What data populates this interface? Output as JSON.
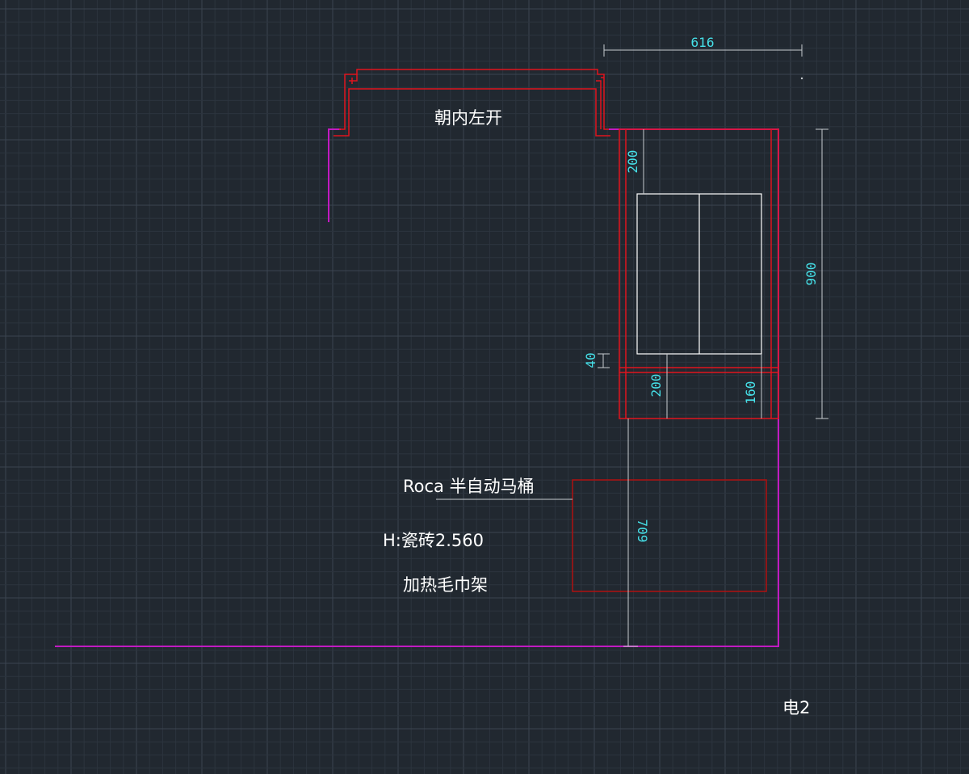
{
  "colors": {
    "background": "#212830",
    "grid_minor": "#2c343e",
    "grid_major": "#3b4450",
    "wall": "#c21ac2",
    "fixture": "#e0141e",
    "fixture_dark": "#b01010",
    "dimension": "#c8ccd0",
    "dimension_text": "#46e0e8",
    "label_text": "#ffffff"
  },
  "labels": {
    "door": "朝内左开",
    "toilet": "Roca 半自动马桶",
    "tile_height": "H:瓷砖2.560",
    "towel_rack": "加热毛巾架",
    "electric": "电2"
  },
  "dimensions": {
    "top_width": "616",
    "right_height": "900",
    "top_offset": "200",
    "gap": "40",
    "bottom_left": "200",
    "bottom_right": "160",
    "vertical_709": "709"
  }
}
